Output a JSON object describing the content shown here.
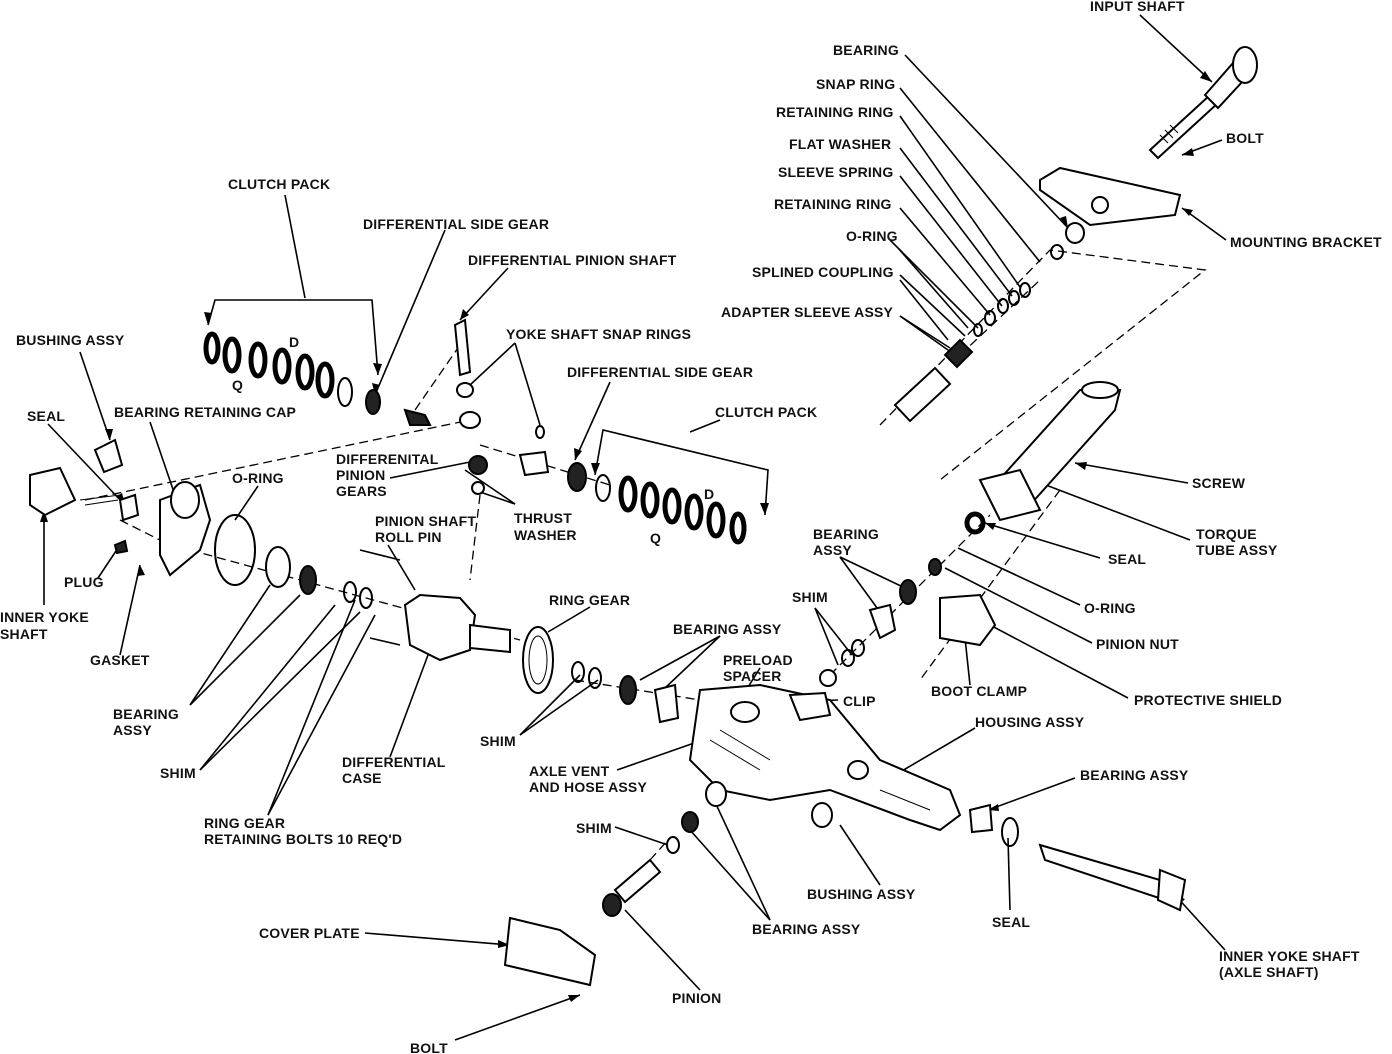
{
  "labels": {
    "input_shaft": "INPUT SHAFT",
    "bearing_top": "BEARING",
    "snap_ring": "SNAP RING",
    "retaining_ring_1": "RETAINING RING",
    "flat_washer": "FLAT WASHER",
    "sleeve_spring": "SLEEVE SPRING",
    "retaining_ring_2": "RETAINING RING",
    "o_ring_top": "O-RING",
    "splined_coupling": "SPLINED COUPLING",
    "adapter_sleeve": "ADAPTER SLEEVE ASSY",
    "bolt_top": "BOLT",
    "mounting_bracket": "MOUNTING BRACKET",
    "clutch_pack_left": "CLUTCH PACK",
    "diff_side_gear_left": "DIFFERENTIAL SIDE GEAR",
    "diff_pinion_shaft": "DIFFERENTIAL PINION SHAFT",
    "yoke_snap_rings": "YOKE SHAFT SNAP RINGS",
    "diff_side_gear_right": "DIFFERENTIAL SIDE GEAR",
    "clutch_pack_right": "CLUTCH PACK",
    "bushing_assy_left": "BUSHING ASSY",
    "seal_left": "SEAL",
    "bearing_ret_cap": "BEARING RETAINING CAP",
    "o_ring_left": "O-RING",
    "diff_pinion_gears_1": "DIFFERENITAL",
    "diff_pinion_gears_2": "PINION",
    "diff_pinion_gears_3": "GEARS",
    "thrust_washer_1": "THRUST",
    "thrust_washer_2": "WASHER",
    "pinion_roll_pin_1": "PINION SHAFT",
    "pinion_roll_pin_2": "ROLL PIN",
    "plug": "PLUG",
    "inner_yoke_left_1": "INNER YOKE",
    "inner_yoke_left_2": "SHAFT",
    "gasket": "GASKET",
    "bearing_assy_left_1": "BEARING",
    "bearing_assy_left_2": "ASSY",
    "shim_left": "SHIM",
    "ring_gear_bolts_1": "RING GEAR",
    "ring_gear_bolts_2": "RETAINING BOLTS 10 REQ'D",
    "diff_case_1": "DIFFERENTIAL",
    "diff_case_2": "CASE",
    "ring_gear": "RING GEAR",
    "bearing_assy_mid": "BEARING ASSY",
    "preload_1": "PRELOAD",
    "preload_2": "SPACER",
    "shim_mid": "SHIM",
    "clip": "CLIP",
    "axle_vent_1": "AXLE VENT",
    "axle_vent_2": "AND HOSE ASSY",
    "housing_assy": "HOUSING ASSY",
    "bearing_assy_r1": "BEARING",
    "bearing_assy_r2": "ASSY",
    "shim_right": "SHIM",
    "boot_clamp": "BOOT CLAMP",
    "screw": "SCREW",
    "torque_tube_1": "TORQUE",
    "torque_tube_2": "TUBE ASSY",
    "seal_right": "SEAL",
    "o_ring_right": "O-RING",
    "pinion_nut": "PINION NUT",
    "protective_shield": "PROTECTIVE SHIELD",
    "bearing_assy_housing": "BEARING ASSY",
    "shim_bottom": "SHIM",
    "bushing_assy_bottom": "BUSHING ASSY",
    "seal_bottom": "SEAL",
    "bearing_assy_bottom": "BEARING ASSY",
    "cover_plate": "COVER PLATE",
    "pinion": "PINION",
    "bolt_bottom": "BOLT",
    "inner_yoke_right_1": "INNER YOKE SHAFT",
    "inner_yoke_right_2": "(AXLE SHAFT)",
    "mark_q_1": "Q",
    "mark_d_1": "D",
    "mark_d_2": "D",
    "mark_q_2": "Q"
  }
}
